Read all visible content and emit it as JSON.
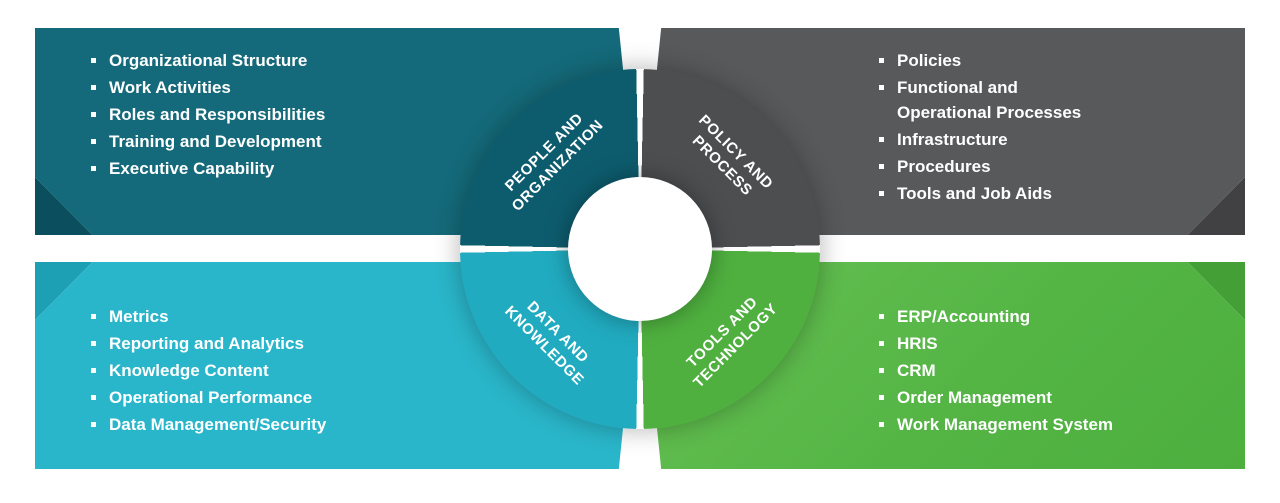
{
  "quadrants": [
    {
      "name": "People and Organization",
      "label_lines": [
        "PEOPLE AND",
        "ORGANIZATION"
      ],
      "panel_color": "#146a7a",
      "ring_color": "#0d5c6e",
      "items": [
        "Organizational Structure",
        "Work Activities",
        "Roles and Responsibilities",
        "Training and Development",
        "Executive Capability"
      ]
    },
    {
      "name": "Policy and Process",
      "label_lines": [
        "POLICY AND",
        "PROCESS"
      ],
      "panel_color": "#58595b",
      "ring_color": "#4d4e50",
      "items": [
        "Policies",
        "Functional and Operational Processes",
        "Infrastructure",
        "Procedures",
        "Tools and Job Aids"
      ]
    },
    {
      "name": "Data and Knowledge",
      "label_lines": [
        "DATA AND",
        "KNOWLEDGE"
      ],
      "panel_color": "#2ab6ca",
      "ring_color": "#21abc0",
      "items": [
        "Metrics",
        "Reporting and Analytics",
        "Knowledge Content",
        "Operational Performance",
        "Data Management/Security"
      ]
    },
    {
      "name": "Tools and Technology",
      "label_lines": [
        "TOOLS AND",
        "TECHNOLOGY"
      ],
      "panel_color": "#54b545",
      "ring_color": "#4fb03f",
      "items": [
        "ERP/Accounting",
        "HRIS",
        "CRM",
        "Order Management",
        "Work Management System"
      ]
    }
  ]
}
